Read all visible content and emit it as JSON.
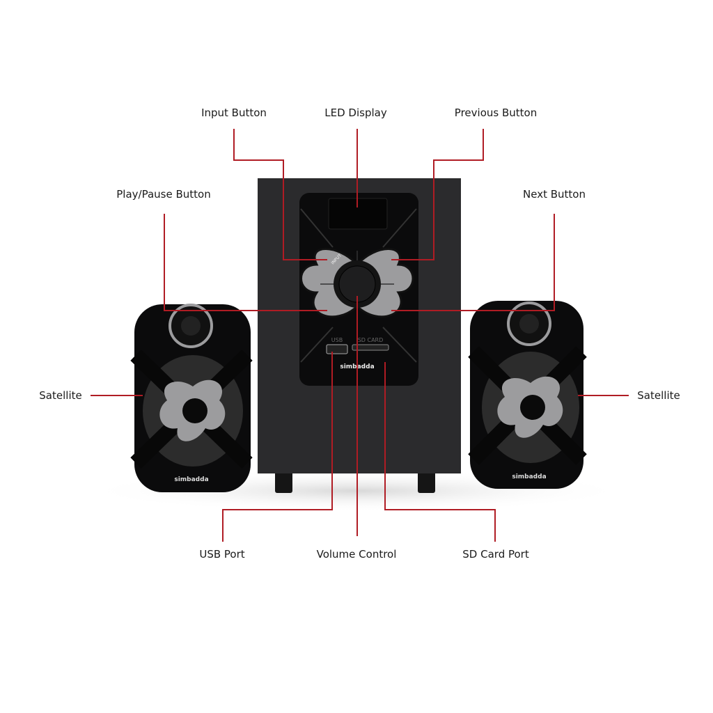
{
  "labels": {
    "input_button": "Input Button",
    "led_display": "LED Display",
    "previous_button": "Previous Button",
    "play_pause_button": "Play/Pause Button",
    "next_button": "Next Button",
    "satellite_left": "Satellite",
    "satellite_right": "Satellite",
    "usb_port": "USB Port",
    "volume_control": "Volume Control",
    "sd_card_port": "SD Card Port"
  },
  "device": {
    "brand": "simbadda",
    "input_key": "INPUT",
    "usb_marking": "USB",
    "sd_marking": "SD CARD"
  },
  "colors": {
    "leader_line": "#b01c24",
    "body": "#1c1c1e",
    "button_grey": "#9c9c9e"
  }
}
